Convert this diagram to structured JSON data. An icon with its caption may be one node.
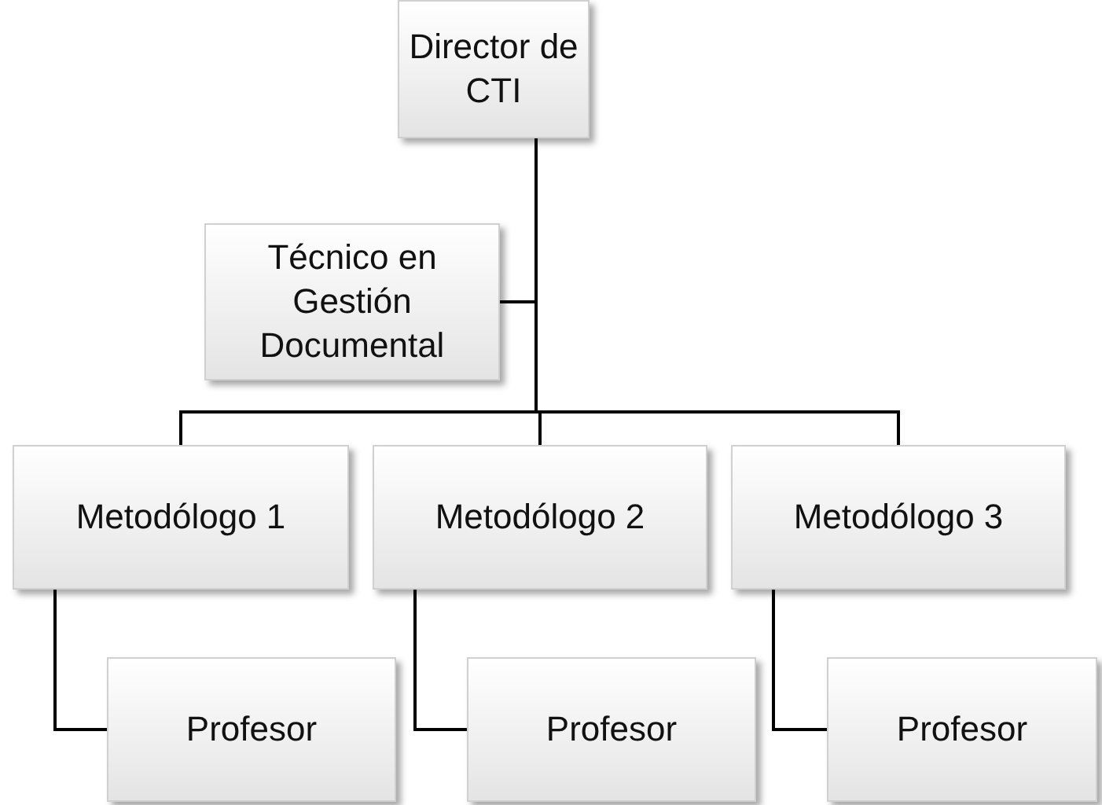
{
  "diagram": {
    "nodes": [
      {
        "text": [
          "Director de CTI"
        ]
      },
      {
        "text": [
          "Técnico en Gestión Documental"
        ]
      },
      {
        "text": [
          "Metodólogo 1"
        ]
      },
      {
        "text": [
          "Metodólogo 2"
        ]
      },
      {
        "text": [
          "Metodólogo 3"
        ]
      },
      {
        "text": [
          "Profesor"
        ]
      },
      {
        "text": [
          "Profesor"
        ]
      },
      {
        "text": [
          "Profesor"
        ]
      }
    ],
    "edges": [
      {
        "from": 0,
        "to": 1,
        "arrow": "none"
      },
      {
        "from": 0,
        "to": 2,
        "arrow": "none"
      },
      {
        "from": 0,
        "to": 3,
        "arrow": "none"
      },
      {
        "from": 0,
        "to": 4,
        "arrow": "none"
      },
      {
        "from": 2,
        "to": 5,
        "arrow": "none"
      },
      {
        "from": 3,
        "to": 6,
        "arrow": "none"
      },
      {
        "from": 4,
        "to": 7,
        "arrow": "none"
      }
    ]
  }
}
